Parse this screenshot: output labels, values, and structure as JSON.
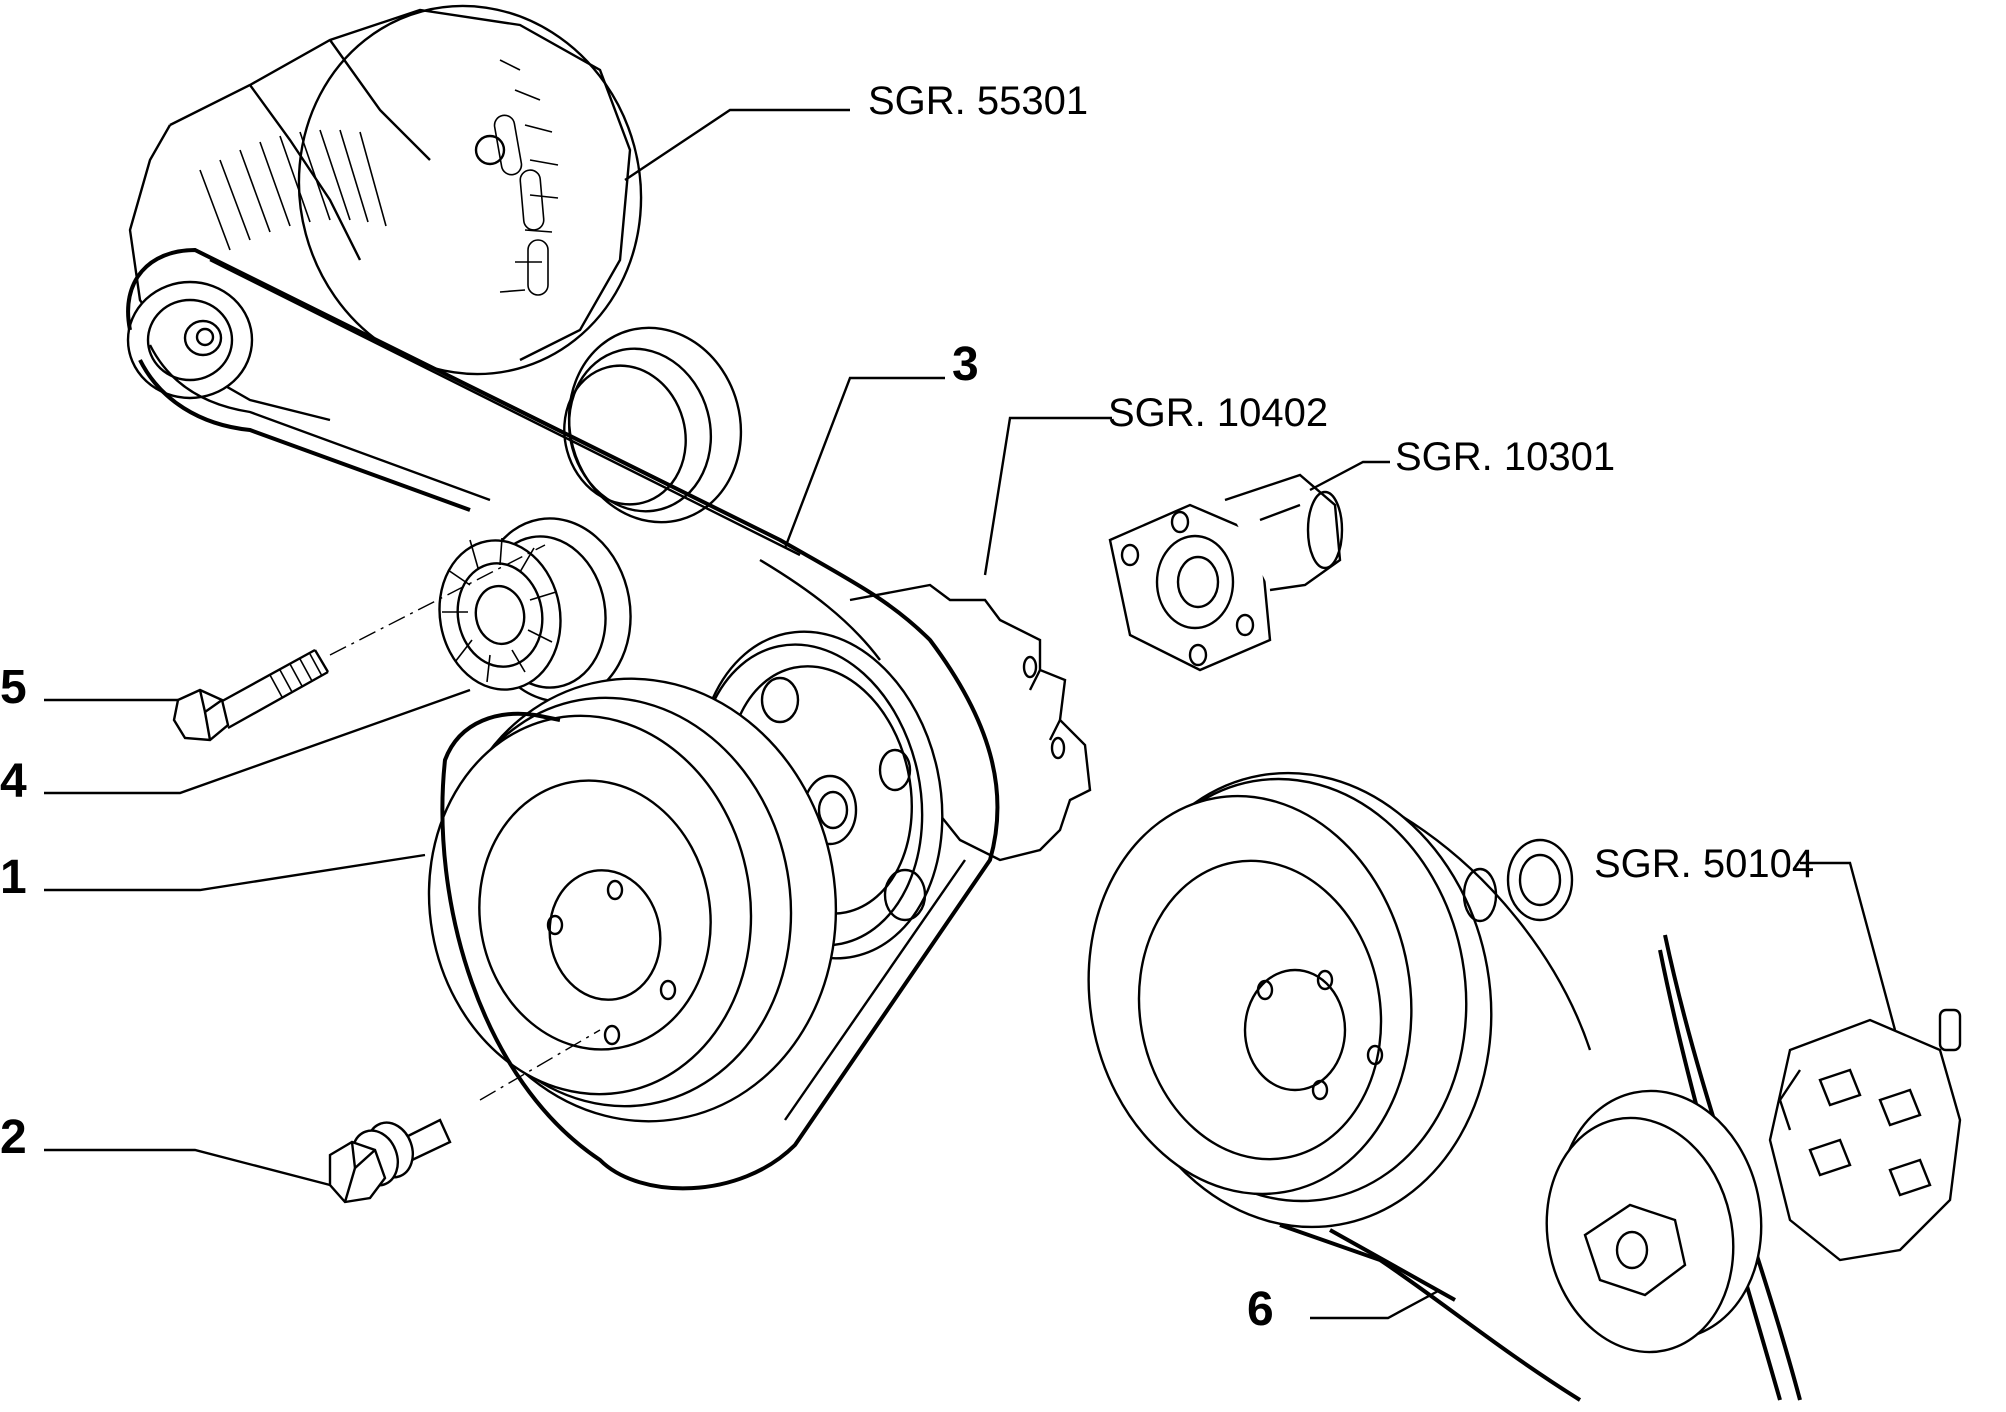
{
  "references": [
    {
      "key": "sgr_55301",
      "text": "SGR. 55301"
    },
    {
      "key": "sgr_10402",
      "text": "SGR. 10402"
    },
    {
      "key": "sgr_10301",
      "text": "SGR. 10301"
    },
    {
      "key": "sgr_50104",
      "text": "SGR. 50104"
    }
  ],
  "part_numbers": {
    "p1": "1",
    "p2": "2",
    "p3": "3",
    "p4": "4",
    "p5": "5",
    "p6": "6"
  }
}
